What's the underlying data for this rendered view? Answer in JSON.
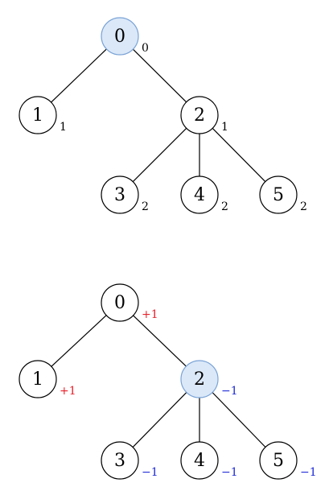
{
  "colors": {
    "highlight_fill": "#dbe8f8",
    "highlight_stroke": "#7aa3d6",
    "node_stroke": "#000000",
    "edge": "#000000",
    "label_plain": "#000000",
    "label_positive": "#e8202a",
    "label_negative": "#1f2bd8"
  },
  "trees": [
    {
      "nodes": [
        {
          "id": "0",
          "label": "0",
          "annotation": "0",
          "highlight": true,
          "tone": "plain"
        },
        {
          "id": "1",
          "label": "1",
          "annotation": "1",
          "highlight": false,
          "tone": "plain"
        },
        {
          "id": "2",
          "label": "2",
          "annotation": "1",
          "highlight": false,
          "tone": "plain"
        },
        {
          "id": "3",
          "label": "3",
          "annotation": "2",
          "highlight": false,
          "tone": "plain"
        },
        {
          "id": "4",
          "label": "4",
          "annotation": "2",
          "highlight": false,
          "tone": "plain"
        },
        {
          "id": "5",
          "label": "5",
          "annotation": "2",
          "highlight": false,
          "tone": "plain"
        }
      ],
      "edges": [
        [
          "0",
          "1"
        ],
        [
          "0",
          "2"
        ],
        [
          "2",
          "3"
        ],
        [
          "2",
          "4"
        ],
        [
          "2",
          "5"
        ]
      ]
    },
    {
      "nodes": [
        {
          "id": "0",
          "label": "0",
          "annotation": "+1",
          "highlight": false,
          "tone": "positive"
        },
        {
          "id": "1",
          "label": "1",
          "annotation": "+1",
          "highlight": false,
          "tone": "positive"
        },
        {
          "id": "2",
          "label": "2",
          "annotation": "−1",
          "highlight": true,
          "tone": "negative"
        },
        {
          "id": "3",
          "label": "3",
          "annotation": "−1",
          "highlight": false,
          "tone": "negative"
        },
        {
          "id": "4",
          "label": "4",
          "annotation": "−1",
          "highlight": false,
          "tone": "negative"
        },
        {
          "id": "5",
          "label": "5",
          "annotation": "−1",
          "highlight": false,
          "tone": "negative"
        }
      ],
      "edges": [
        [
          "0",
          "1"
        ],
        [
          "0",
          "2"
        ],
        [
          "2",
          "3"
        ],
        [
          "2",
          "4"
        ],
        [
          "2",
          "5"
        ]
      ]
    }
  ]
}
